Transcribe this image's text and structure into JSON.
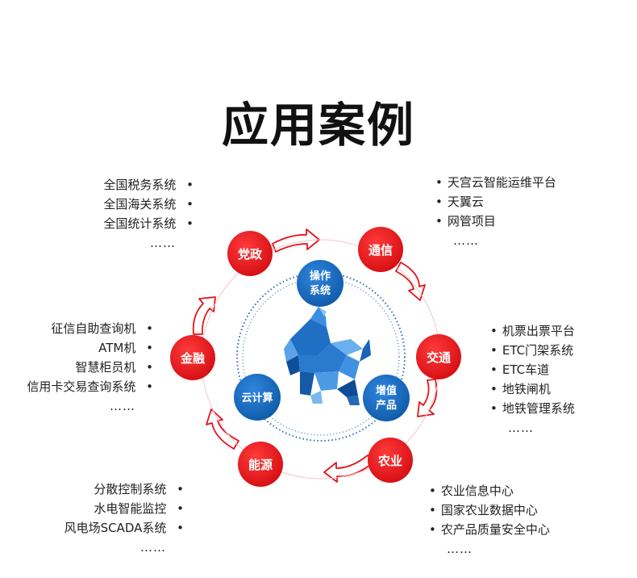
{
  "title": "应用案例",
  "nodes": {
    "dangzheng": "党政",
    "tongxin": "通信",
    "jiaotong": "交通",
    "nongye": "农业",
    "nengyuan": "能源",
    "jinrong": "金融"
  },
  "inner": {
    "os_line1": "操作",
    "os_line2": "系统",
    "cloud": "云计算",
    "vas_line1": "增值",
    "vas_line2": "产品"
  },
  "lists": {
    "dangzheng": [
      "全国税务系统",
      "全国海关系统",
      "全国统计系统",
      "……"
    ],
    "tongxin": [
      "天宫云智能运维平台",
      "天翼云",
      "网管项目",
      "……"
    ],
    "jiaotong": [
      "机票出票平台",
      "ETC门架系统",
      "ETC车道",
      "地铁闸机",
      "地铁管理系统",
      "……"
    ],
    "nongye": [
      "农业信息中心",
      "国家农业数据中心",
      "农产品质量安全中心",
      "……"
    ],
    "nengyuan": [
      "分散控制系统",
      "水电智能监控",
      "风电场SCADA系统",
      "……"
    ],
    "jinrong": [
      "征信自助查询机",
      "ATM机",
      "智慧柜员机",
      "信用卡交易查询系统",
      "……"
    ]
  },
  "colors": {
    "red": "#e3141b",
    "blue": "#1565c0",
    "dotted": "#2f6fb8"
  },
  "icons": [
    "bull-logo-icon",
    "arrow-icon"
  ]
}
